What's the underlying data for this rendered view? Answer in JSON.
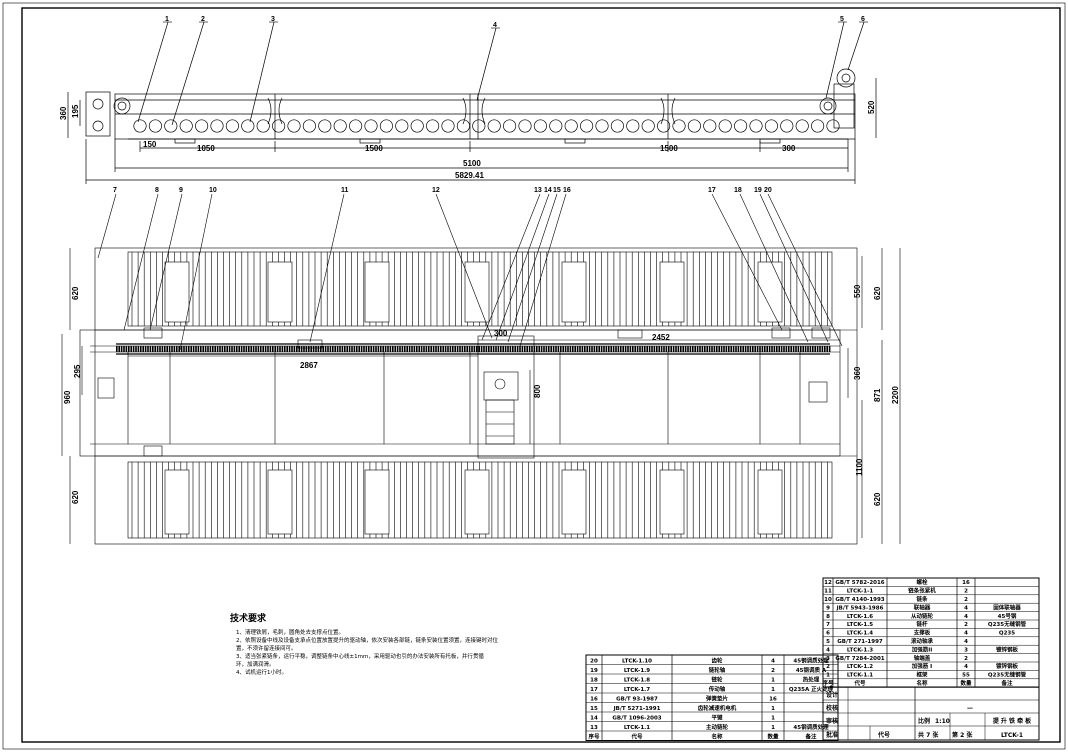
{
  "top_view": {
    "dims": {
      "h360": "360",
      "h195": "195",
      "d150": "150",
      "d1050": "1050",
      "d1500a": "1500",
      "d1500b": "1500",
      "d300": "300",
      "h520": "520",
      "total5100": "5100",
      "total5829": "5829.41"
    },
    "callouts": [
      "1",
      "2",
      "3",
      "4",
      "5",
      "6"
    ]
  },
  "plan_view": {
    "dims": {
      "left620top": "620",
      "left960": "960",
      "left295": "295",
      "left620bot": "620",
      "d2867": "2867",
      "d300": "300",
      "d2452": "2452",
      "d800": "800",
      "r550": "550",
      "r620top": "620",
      "r360": "360",
      "r871": "871",
      "r2200": "2200",
      "r1100": "1100",
      "r620bot": "620"
    },
    "callouts": [
      "7",
      "8",
      "9",
      "10",
      "11",
      "12",
      "13",
      "14",
      "15",
      "16",
      "17",
      "18",
      "19",
      "20"
    ]
  },
  "notes": {
    "title": "技术要求",
    "lines": [
      "1、清理铁屑，毛刺，圆角处去支撑点位置。",
      "2、依照设备中线及设备支承点位置放置提升的驱动轴，依次安装各部链，链条安装位置须置，连接键时对位",
      "   置，不须许留连接间可。",
      "3、适当张紧链条，运行平稳，调整链条中心线±1mm，采用驱动也引的办法安装所有托板，并行贯循",
      "   环，加满润滑。",
      "4、试机运行1小时。"
    ]
  },
  "bom_left": {
    "rows": [
      [
        "20",
        "LTCK-1.10",
        "齿轮",
        "4",
        "45钢调质处理"
      ],
      [
        "19",
        "LTCK-1.9",
        "链轮轴",
        "2",
        "45钢调质 A"
      ],
      [
        "18",
        "LTCK-1.8",
        "链轮",
        "1",
        "热处理"
      ],
      [
        "17",
        "LTCK-1.7",
        "传动轴",
        "1",
        "Q235A 正火处理"
      ],
      [
        "16",
        "GB/T 93-1987",
        "弹簧垫片",
        "16",
        ""
      ],
      [
        "15",
        "JB/T 5271-1991",
        "齿轮减速机电机",
        "1",
        ""
      ],
      [
        "14",
        "GB/T 1096-2003",
        "平键",
        "1",
        ""
      ],
      [
        "13",
        "LTCK-1.1",
        "主动链轮",
        "1",
        "45钢调质处理"
      ]
    ],
    "header": [
      "序号",
      "代号",
      "名称",
      "数量",
      "备注"
    ]
  },
  "bom_right": {
    "rows": [
      [
        "12",
        "GB/T 5782-2016",
        "螺栓",
        "16",
        ""
      ],
      [
        "11",
        "LTCK-1-1",
        "链条张紧机",
        "2",
        ""
      ],
      [
        "10",
        "GB/T 4140-1993",
        "链条",
        "2",
        ""
      ],
      [
        "9",
        "JB/T 5943-1986",
        "联轴器",
        "4",
        "固体联轴器"
      ],
      [
        "8",
        "LTCK-1.6",
        "从动链轮",
        "4",
        "45号钢"
      ],
      [
        "7",
        "LTCK-1.5",
        "链杆",
        "2",
        "Q235无缝钢管"
      ],
      [
        "6",
        "LTCK-1.4",
        "支撑板",
        "4",
        "Q235"
      ],
      [
        "5",
        "GB/T 271-1997",
        "滚动轴承",
        "4",
        ""
      ],
      [
        "4",
        "LTCK-1.3",
        "加强筋II",
        "3",
        "镀锌钢板"
      ],
      [
        "3",
        "GB/T 7284-2001",
        "轴端盖",
        "2",
        ""
      ],
      [
        "2",
        "LTCK-1.2",
        "加强筋 I",
        "4",
        "镀锌钢板"
      ],
      [
        "1",
        "LTCK-1.1",
        "框架",
        "55",
        "Q235无缝钢管"
      ]
    ],
    "header": [
      "序号",
      "代号",
      "名称",
      "数量",
      "备注"
    ]
  },
  "title_block": {
    "design": "设计",
    "check": "校核",
    "audit": "审核",
    "approve": "批准",
    "dash": "—",
    "scale_label": "比例",
    "scale": "1:10",
    "title": "提 升 铁 牵 板",
    "sheet_total": "共 7 张",
    "sheet_no": "第 2 张",
    "drawing_no": "LTCK-1",
    "code_label": "代号"
  }
}
